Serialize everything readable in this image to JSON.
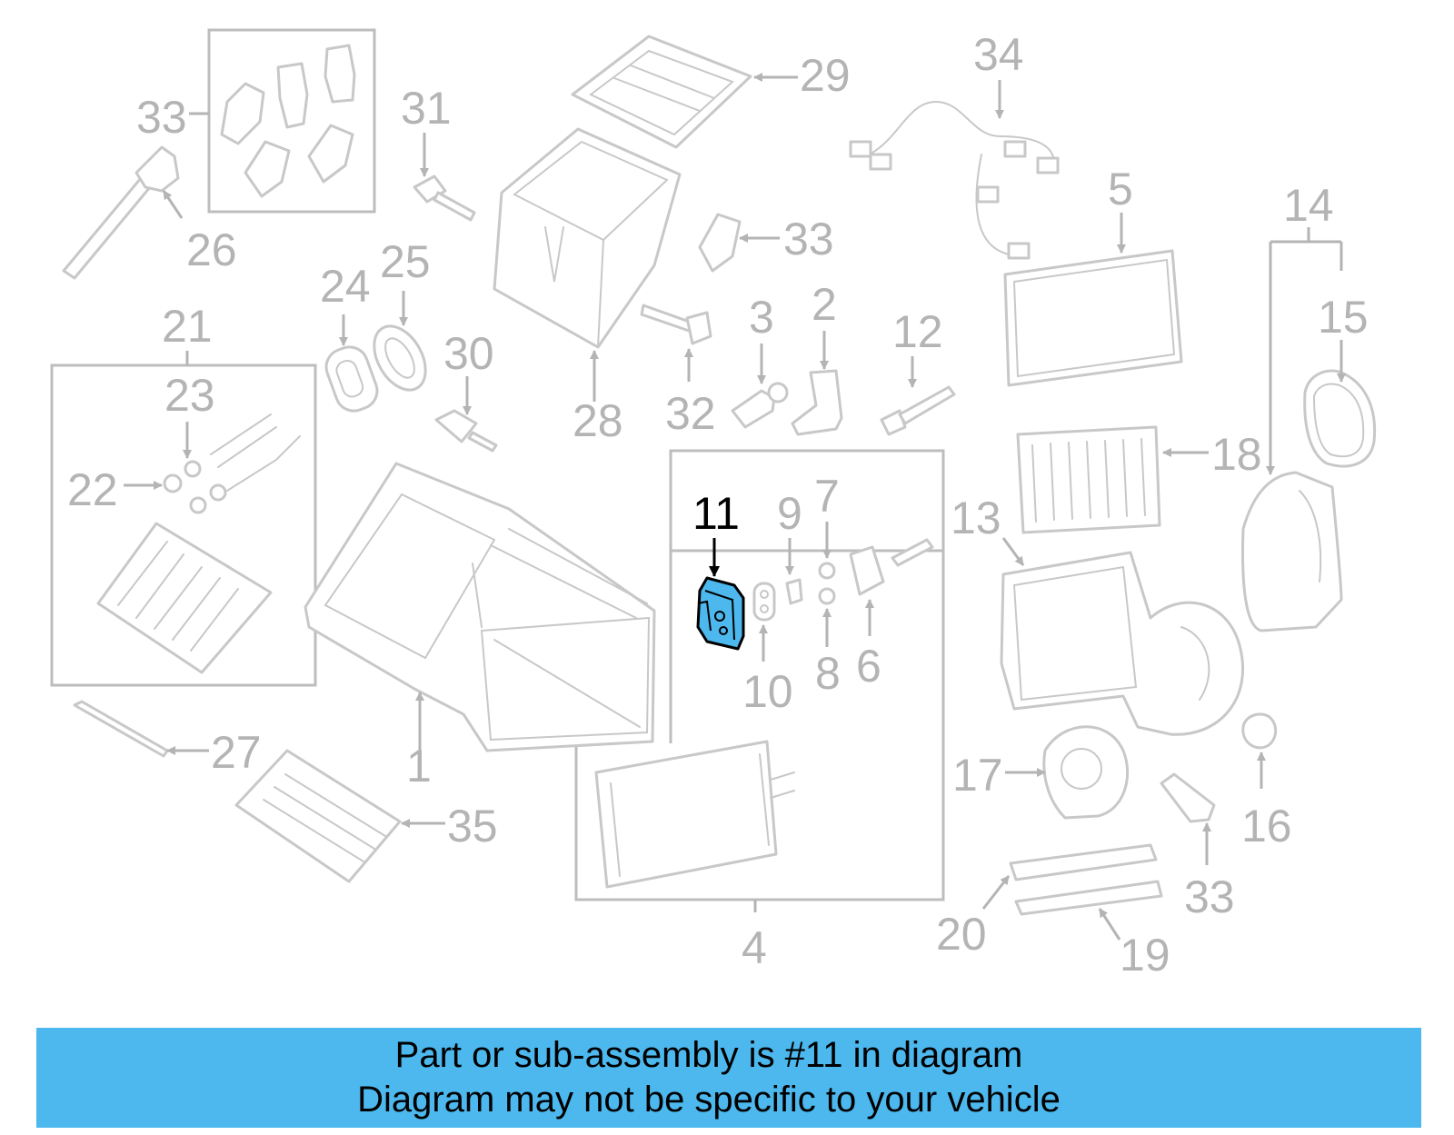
{
  "callouts": {
    "c1": "1",
    "c2": "2",
    "c3": "3",
    "c4": "4",
    "c5": "5",
    "c6": "6",
    "c7": "7",
    "c8": "8",
    "c9": "9",
    "c10": "10",
    "c11": "11",
    "c12": "12",
    "c13": "13",
    "c14": "14",
    "c15": "15",
    "c16": "16",
    "c17": "17",
    "c18": "18",
    "c19": "19",
    "c20": "20",
    "c21": "21",
    "c22": "22",
    "c23": "23",
    "c24": "24",
    "c25": "25",
    "c26": "26",
    "c27": "27",
    "c28": "28",
    "c29": "29",
    "c30": "30",
    "c31": "31",
    "c32": "32",
    "c33a": "33",
    "c33b": "33",
    "c33c": "33",
    "c34": "34",
    "c35": "35"
  },
  "highlight": {
    "part": "11",
    "color": "#4db8ee"
  },
  "banner": {
    "line1": "Part or sub-assembly is #11 in diagram",
    "line2": "Diagram may not be specific to your vehicle",
    "background": "#4db8ee"
  }
}
